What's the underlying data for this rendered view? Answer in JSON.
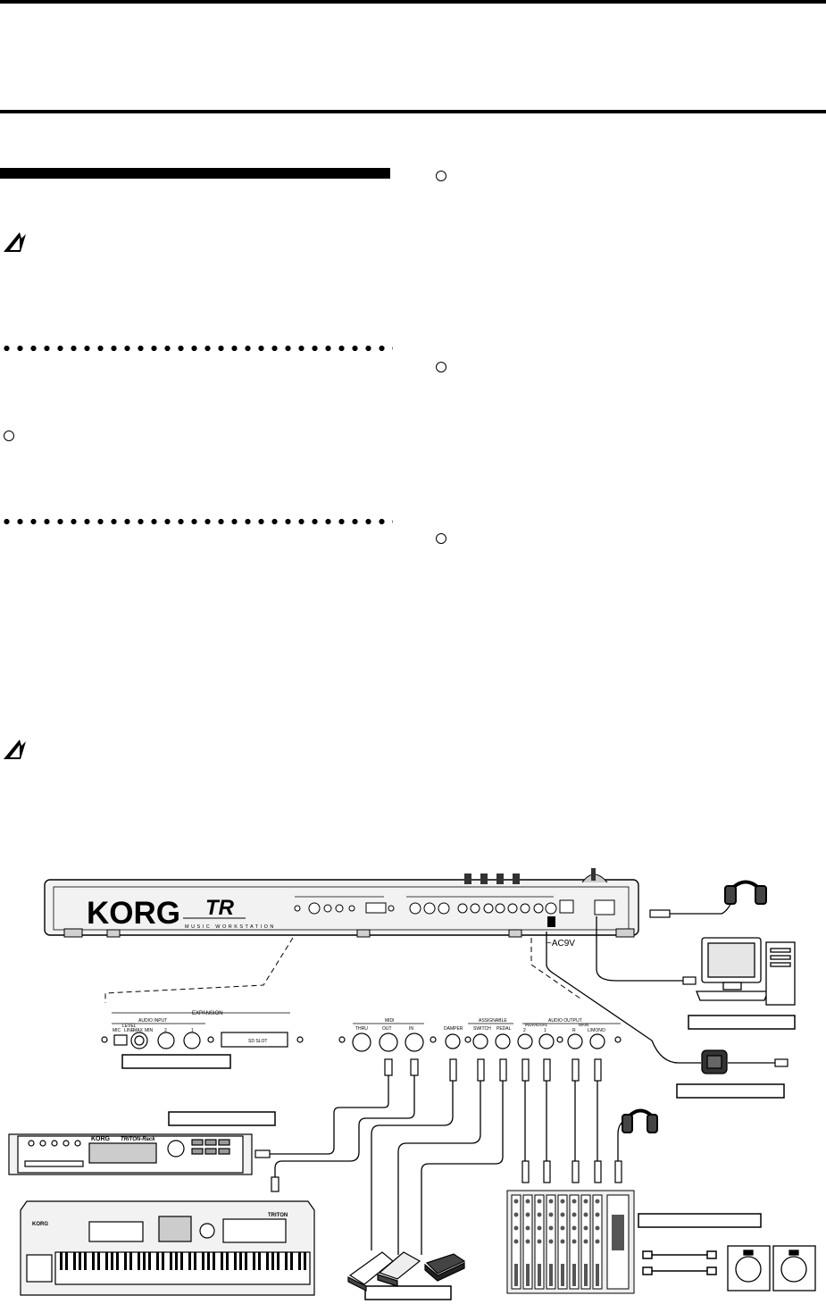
{
  "diagram": {
    "brand": "KORG",
    "model_logo": "TR",
    "model_tagline": "MUSIC WORKSTATION",
    "power_label": "~AC9V",
    "ext_panel": {
      "header": "EXPANSION",
      "audio_input": "AUDIO INPUT",
      "level": "LEVEL",
      "mic": "MIC",
      "line": "LINE",
      "max": "MAX",
      "min": "MIN",
      "in2": "2",
      "in1": "1",
      "sd_slot": "SD SLOT"
    },
    "midi": {
      "header": "MIDI",
      "thru": "THRU",
      "out": "OUT",
      "in": "IN"
    },
    "assignable": {
      "header": "ASSIGNABLE",
      "damper": "DAMPER",
      "switch": "SWITCH",
      "pedal": "PEDAL"
    },
    "audio_output": {
      "header": "AUDIO OUTPUT",
      "individual": "INDIVIDUAL",
      "main": "MAIN",
      "o2": "2",
      "o1": "1",
      "r": "R",
      "lmono": "L/MONO"
    },
    "rack_brand": "KORG",
    "rack_model": "TRITON-Rack",
    "kbd_brand": "KORG",
    "kbd_model": "TRITON"
  }
}
